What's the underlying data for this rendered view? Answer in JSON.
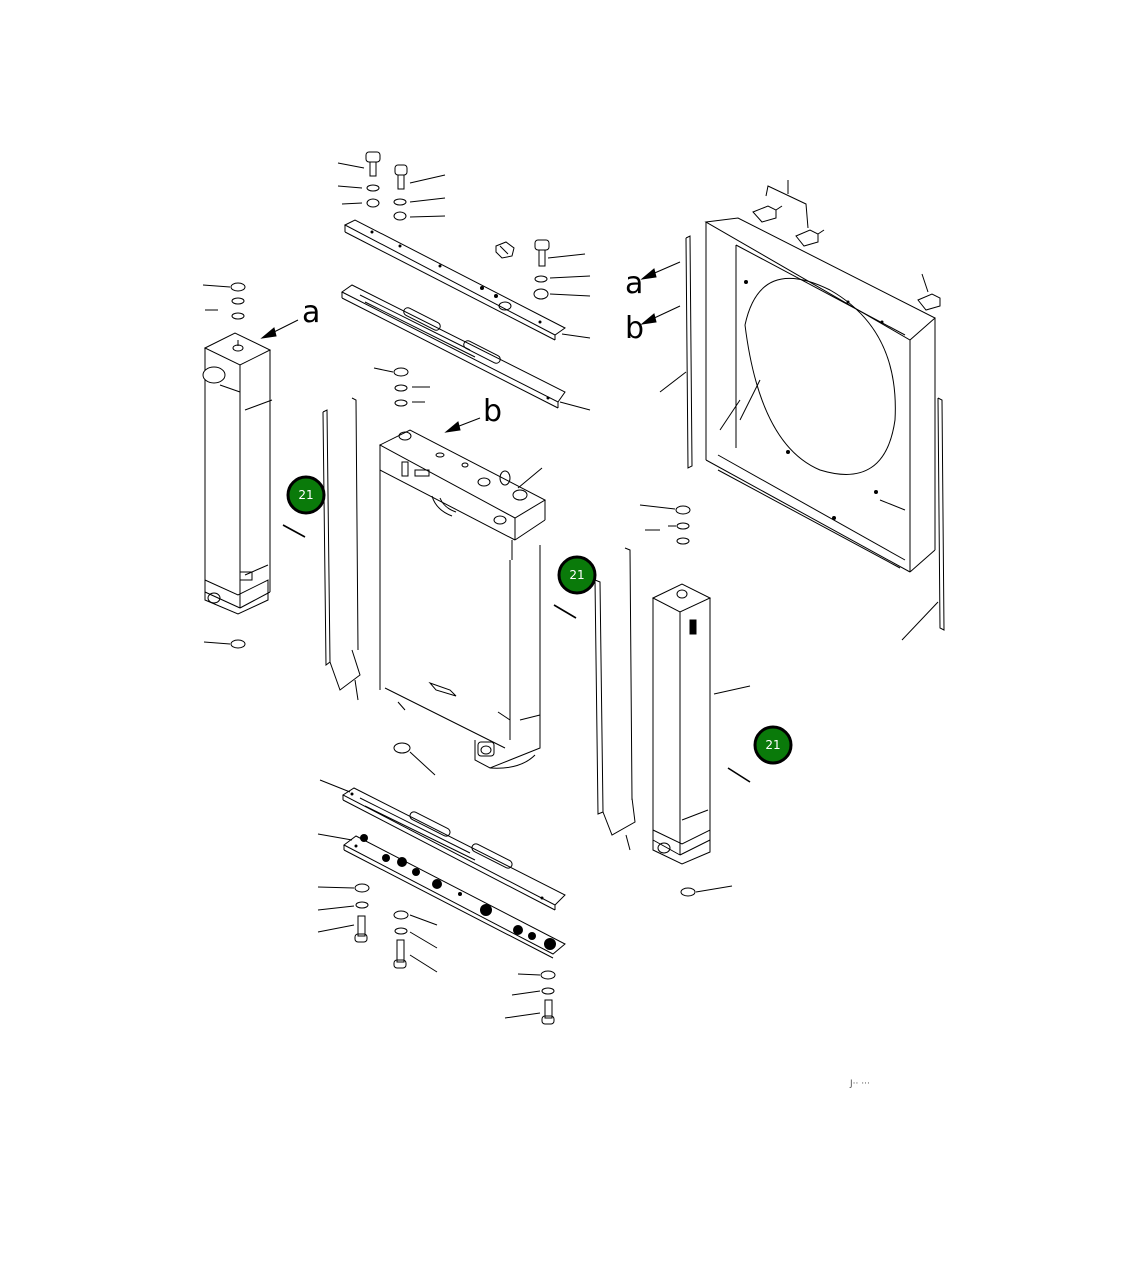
{
  "labels": {
    "a": "a",
    "b": "b"
  },
  "callouts": [
    {
      "number": "21"
    },
    {
      "number": "21"
    },
    {
      "number": "21"
    }
  ],
  "drawing_ref": "J··  ···",
  "colors": {
    "callout_fill": "#0a7a0a",
    "callout_stroke": "#000000",
    "callout_text": "#ffffff",
    "line": "#000000"
  }
}
